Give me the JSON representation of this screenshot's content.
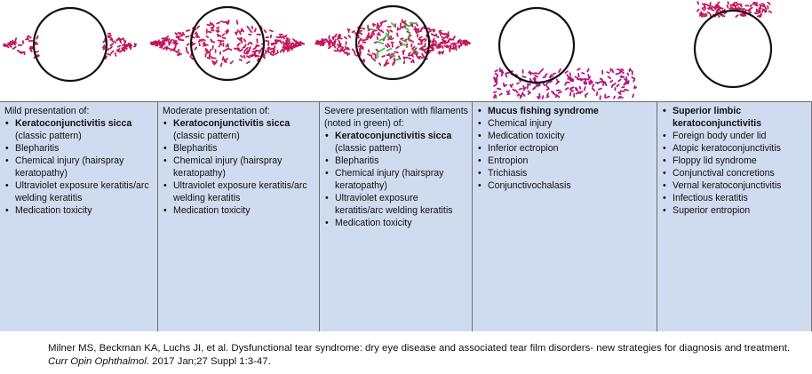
{
  "colors": {
    "dot": "#c2185b",
    "filament": "#3cb043",
    "panel_bg": "#cfdbef",
    "divider": "#6f6f6f"
  },
  "panels": [
    {
      "heading": "Mild presentation of:",
      "items": [
        {
          "text": "Keratoconjunctivitis sicca",
          "bold": true
        },
        {
          "text": "(classic pattern)",
          "bold": false,
          "continuation": true
        },
        {
          "text": "Blepharitis",
          "bold": false
        },
        {
          "text": "Chemical injury (hairspray keratopathy)",
          "bold": false
        },
        {
          "text": "Ultraviolet exposure keratitis/arc welding keratitis",
          "bold": false
        },
        {
          "text": "Medication toxicity",
          "bold": false
        }
      ]
    },
    {
      "heading": "Moderate presentation of:",
      "items": [
        {
          "text": "Keratoconjunctivitis sicca",
          "bold": true
        },
        {
          "text": "(classic pattern)",
          "bold": false,
          "continuation": true
        },
        {
          "text": "Blepharitis",
          "bold": false
        },
        {
          "text": "Chemical injury (hairspray keratopathy)",
          "bold": false
        },
        {
          "text": "Ultraviolet exposure keratitis/arc welding keratitis",
          "bold": false
        },
        {
          "text": "Medication toxicity",
          "bold": false
        }
      ]
    },
    {
      "heading": "Severe presentation with filaments (noted in green) of:",
      "items": [
        {
          "text": "Keratoconjunctivitis sicca",
          "bold": true
        },
        {
          "text": "(classic pattern)",
          "bold": false,
          "continuation": true
        },
        {
          "text": "Blepharitis",
          "bold": false
        },
        {
          "text": "Chemical injury (hairspray keratopathy)",
          "bold": false
        },
        {
          "text": "Ultraviolet exposure keratitis/arc welding keratitis",
          "bold": false
        },
        {
          "text": "Medication toxicity",
          "bold": false
        }
      ]
    },
    {
      "heading": "",
      "items": [
        {
          "text": "Mucus fishing syndrome",
          "bold": true
        },
        {
          "text": "Chemical injury",
          "bold": false
        },
        {
          "text": "Medication toxicity",
          "bold": false
        },
        {
          "text": "Inferior ectropion",
          "bold": false
        },
        {
          "text": "Entropion",
          "bold": false
        },
        {
          "text": "Trichiasis",
          "bold": false
        },
        {
          "text": "Conjunctivochalasis",
          "bold": false
        }
      ]
    },
    {
      "heading": "",
      "items": [
        {
          "text": "Superior limbic keratoconjunctivitis",
          "bold": true
        },
        {
          "text": "Foreign body under lid",
          "bold": false
        },
        {
          "text": "Atopic keratoconjunctivitis",
          "bold": false
        },
        {
          "text": "Floppy lid syndrome",
          "bold": false
        },
        {
          "text": "Conjunctival concretions",
          "bold": false
        },
        {
          "text": "Vernal keratoconjunctivitis",
          "bold": false
        },
        {
          "text": "Infectious keratitis",
          "bold": false
        },
        {
          "text": "Superior entropion",
          "bold": false
        }
      ]
    }
  ],
  "citation": {
    "authors": "Milner MS, Beckman KA, Luchs JI, et al. Dysfunctional tear syndrome: dry eye disease and associated tear film disorders- new strategies for diagnosis and treatment.",
    "journal": "Curr Opin Ophthalmol",
    "details": ". 2017 Jan;27 Suppl 1:3-47."
  }
}
